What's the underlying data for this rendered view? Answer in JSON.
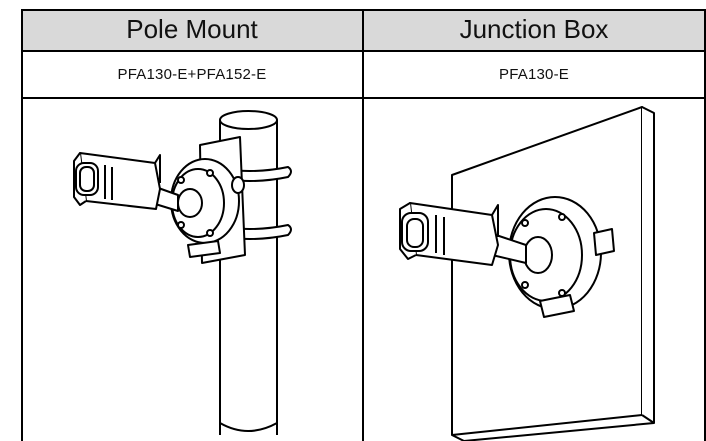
{
  "table": {
    "headers": [
      "Pole Mount",
      "Junction Box"
    ],
    "models": [
      "PFA130-E+PFA152-E",
      "PFA130-E"
    ]
  },
  "images": [
    {
      "icon": "pole-mount-camera-illustration"
    },
    {
      "icon": "junction-box-wall-mount-illustration"
    }
  ]
}
